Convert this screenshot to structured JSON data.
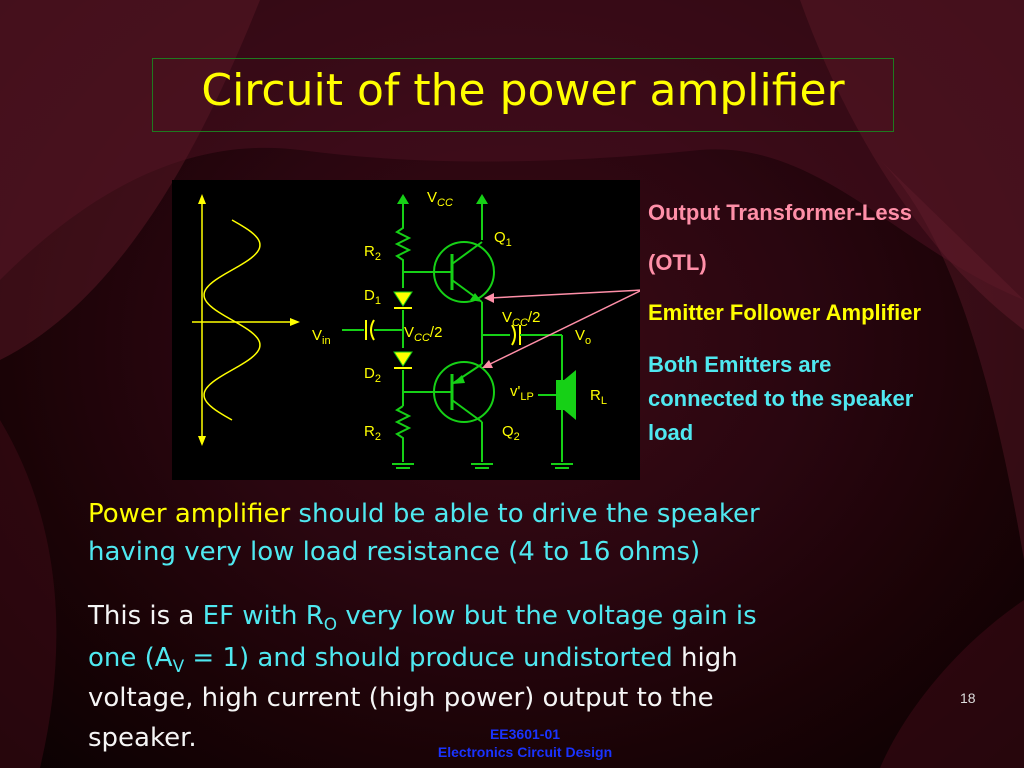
{
  "title": "Circuit of the power amplifier",
  "circuit": {
    "vcc": "V",
    "vcc_sub": "CC",
    "q1": "Q",
    "q1_sub": "1",
    "q2": "Q",
    "q2_sub": "2",
    "r2_top": "R",
    "r2_top_sub": "2",
    "r2_bot": "R",
    "r2_bot_sub": "2",
    "d1": "D",
    "d1_sub": "1",
    "d2": "D",
    "d2_sub": "2",
    "vin": "V",
    "vin_sub": "in",
    "vcc_half_left": "V",
    "vcc_half_left_sub": "CC",
    "vcc_half_left_tail": "/2",
    "vcc_half_right": "V",
    "vcc_half_right_sub": "CC",
    "vcc_half_right_tail": "/2",
    "vo": "V",
    "vo_sub": "o",
    "vlp": "v'",
    "vlp_sub": "LP",
    "rl": "R",
    "rl_sub": "L"
  },
  "notes": {
    "line1": "Output Transformer-Less",
    "line2": "(OTL)",
    "line3": "Emitter Follower Amplifier",
    "line4": "Both Emitters are",
    "line5": "connected to the speaker",
    "line6": "load"
  },
  "para1": {
    "a": "Power amplifier",
    "b": " should be able to drive the speaker",
    "c": "having very low load resistance (4 to 16 ohms)"
  },
  "para2": {
    "a": "This is a ",
    "b": "EF with R",
    "b_sub": "O",
    "c": " very low but the voltage gain is",
    "d": "one (A",
    "d_sub": "V",
    "e": " = 1) and should produce undistorted",
    "f": " high",
    "g": "voltage, high current (high power) output to the",
    "h": "speaker."
  },
  "footer": {
    "line1": "EE3601-01",
    "line2": "Electronics Circuit Design"
  },
  "page_number": "18",
  "colors": {
    "title": "#ffff00",
    "wire": "#16d016",
    "accent_cyan": "#4fe8f0",
    "pink": "#ff8fa8",
    "footer": "#1a33ff"
  }
}
